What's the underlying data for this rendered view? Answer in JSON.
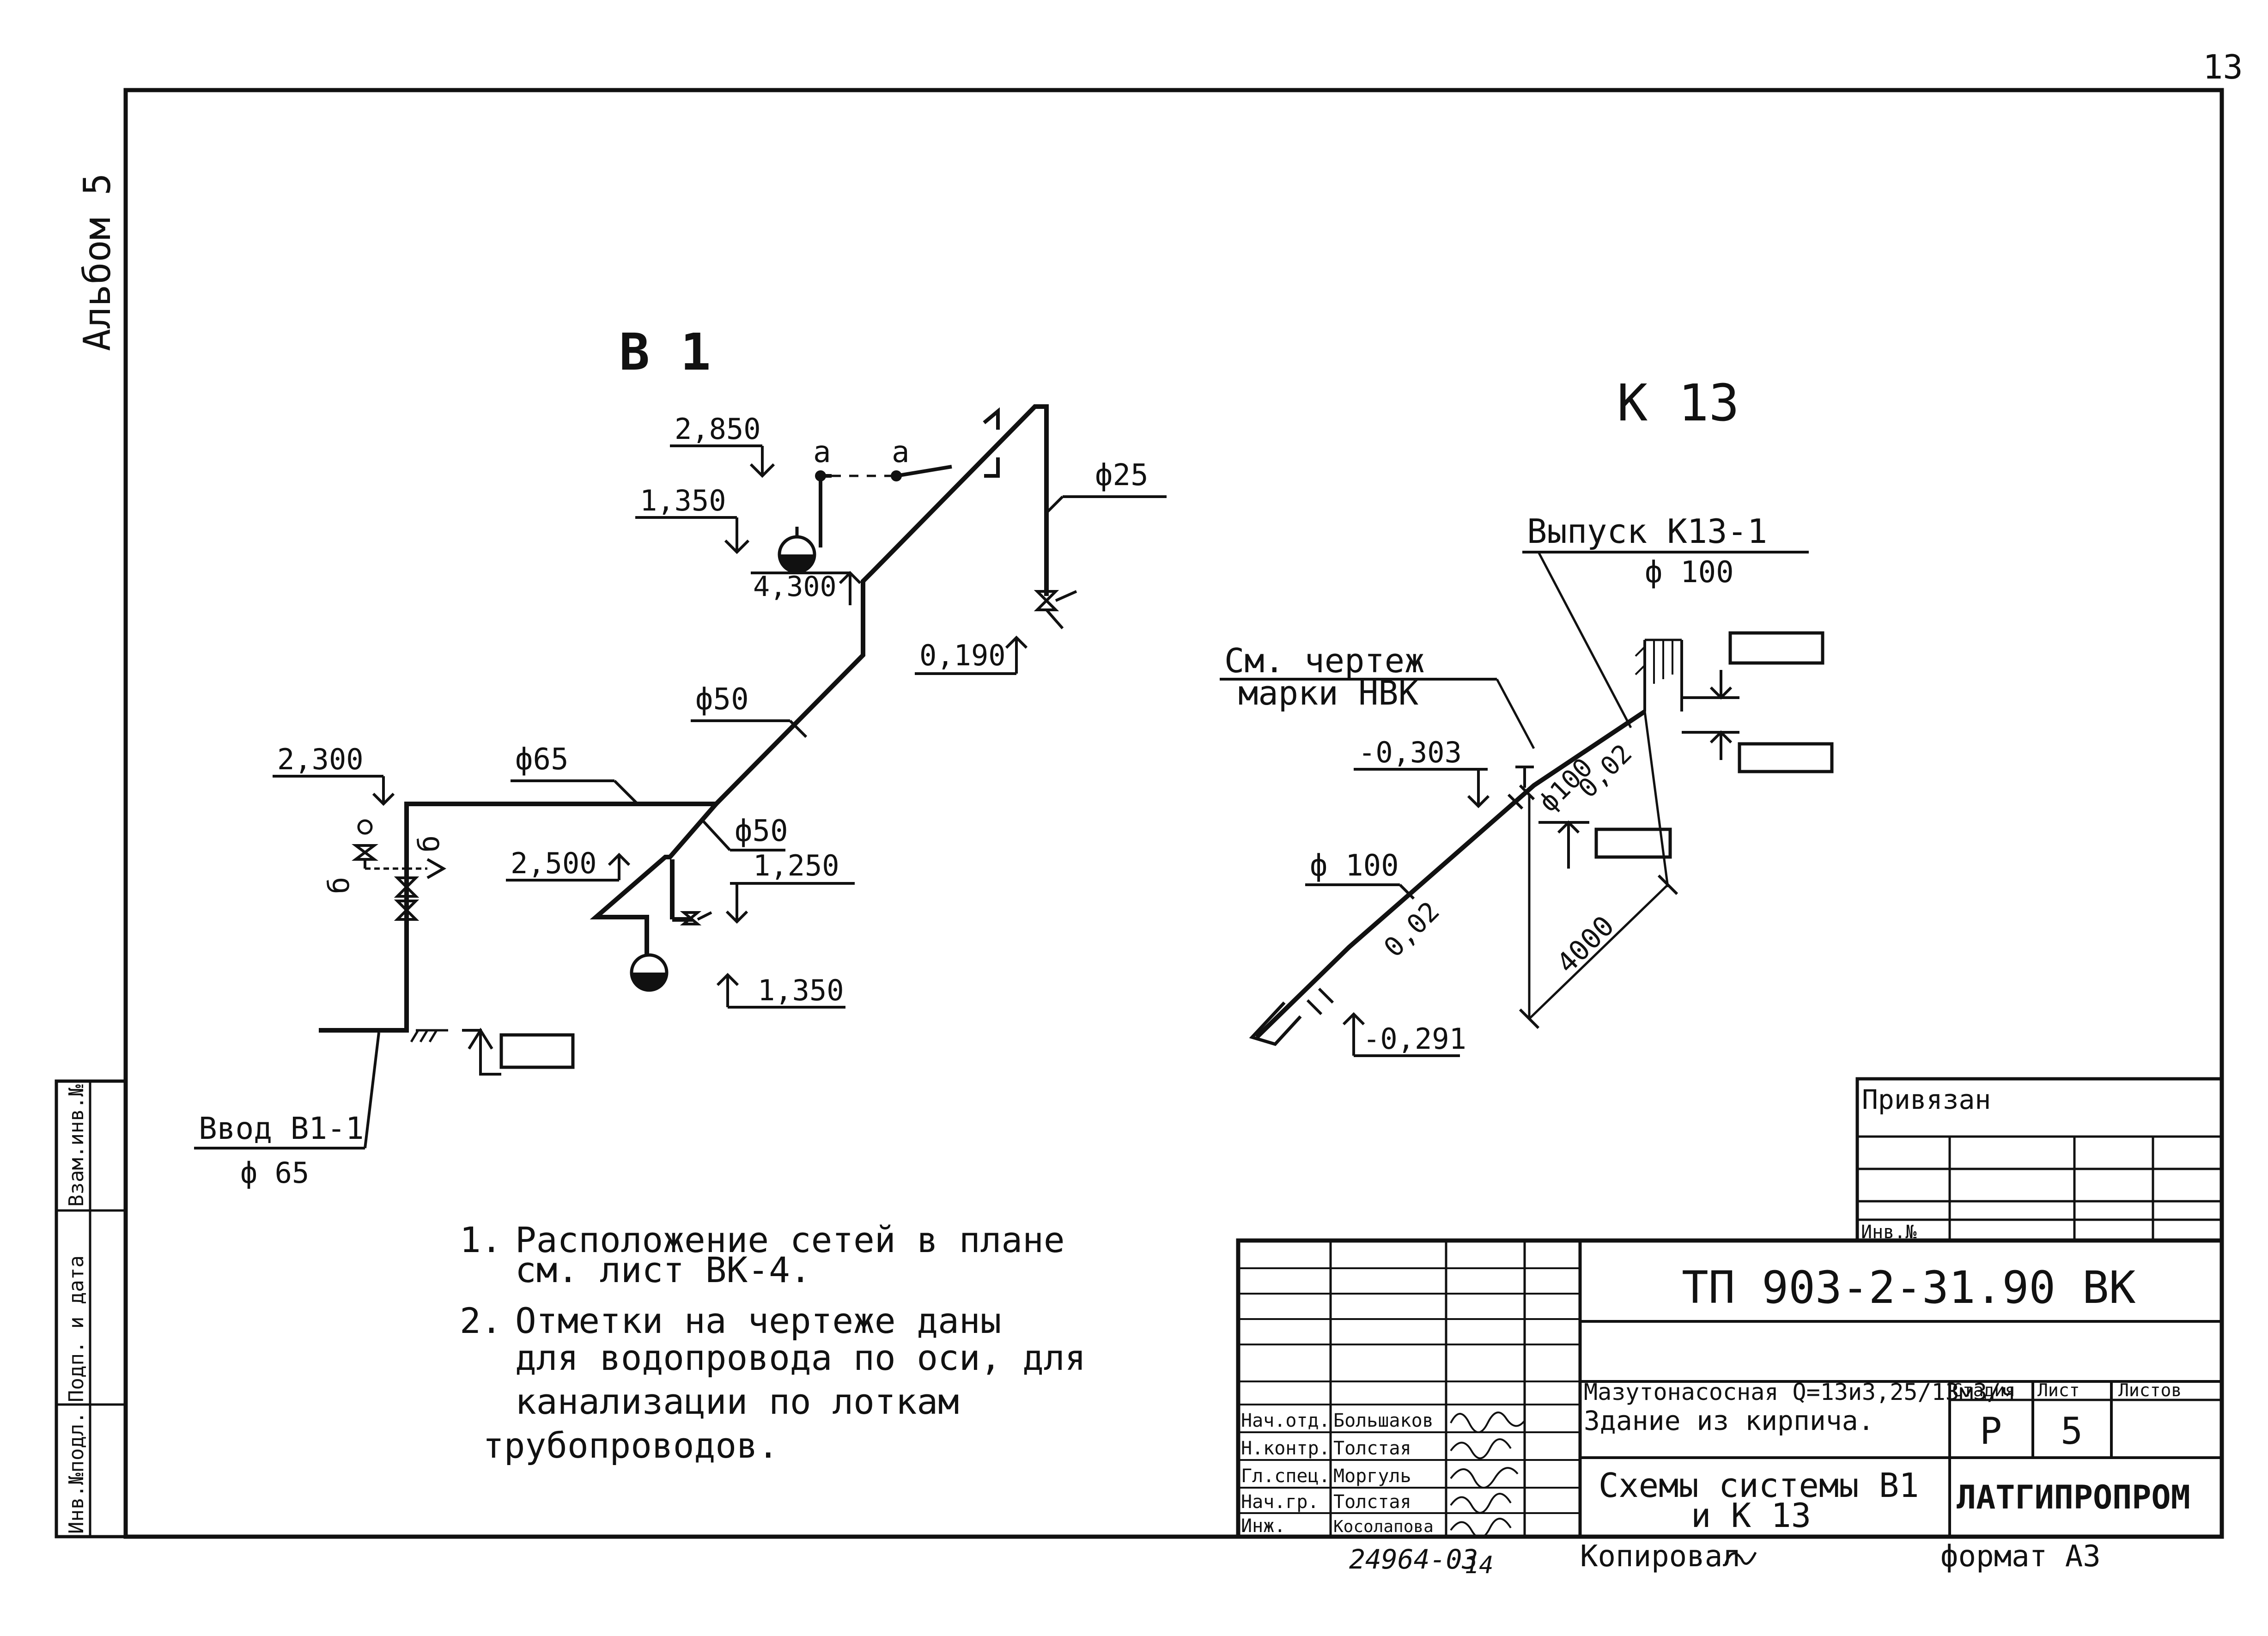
{
  "sheet_number": "13",
  "album_label": "Альбом 5",
  "side_stamp": [
    "Инв.№подл.",
    "Подп. и дата",
    "Взам.инв.№"
  ],
  "scheme_b1": {
    "title": "В 1",
    "levels": [
      "2,850",
      "1,350",
      "4,300",
      "0,190",
      "2,300",
      "2,500",
      "1,250",
      "1,350"
    ],
    "diameters": [
      "ф25",
      "ф50",
      "ф65",
      "ф50"
    ],
    "letters": [
      "а",
      "а",
      "б",
      "б"
    ],
    "input_label": "Ввод В1-1",
    "input_diameter": "ф 65"
  },
  "scheme_k13": {
    "title": "К 13",
    "outlet_label": "Выпуск К13-1",
    "outlet_diameter": "ф 100",
    "note_line1": "См. чертеж",
    "note_line2": "марки НВК",
    "levels": [
      "-0,303",
      "-0,291"
    ],
    "diameters": [
      "ф 100",
      "ф100"
    ],
    "slopes": [
      "0,02",
      "0,02"
    ],
    "dimension": "4000"
  },
  "notes": [
    {
      "num": "1.",
      "lines": [
        "Расположение сетей в плане",
        "см. лист ВК-4."
      ]
    },
    {
      "num": "2.",
      "lines": [
        "Отметки на чертеже даны",
        "для водопровода по оси, для",
        "канализации по лоткам",
        "трубопроводов."
      ]
    }
  ],
  "binding_block": {
    "title": "Привязан",
    "inv_label": "Инв.№"
  },
  "title_block": {
    "code": "ТП 903-2-31.90 ВК",
    "object_line1": "Мазутонасосная Q=13и3,25/13м3/ч",
    "object_line2": "Здание из кирпича.",
    "sheet_title_line1": "Схемы системы В1",
    "sheet_title_line2": "и К 13",
    "stage_header": "Стадия",
    "sheet_header": "Лист",
    "sheets_header": "Листов",
    "stage": "Р",
    "sheet": "5",
    "organization": "ЛАТГИПРОПРОМ",
    "staff": [
      {
        "role": "Нач.отд.",
        "name": "Большаков"
      },
      {
        "role": "Н.контр.",
        "name": "Толстая"
      },
      {
        "role": "Гл.спец.",
        "name": "Моргуль"
      },
      {
        "role": "Нач.гр.",
        "name": "Толстая"
      },
      {
        "role": "Инж.",
        "name": "Косолапова"
      }
    ]
  },
  "bottom": {
    "left": "24964-03",
    "sheet": "14",
    "copied": "Копировал",
    "format": "формат А3"
  }
}
